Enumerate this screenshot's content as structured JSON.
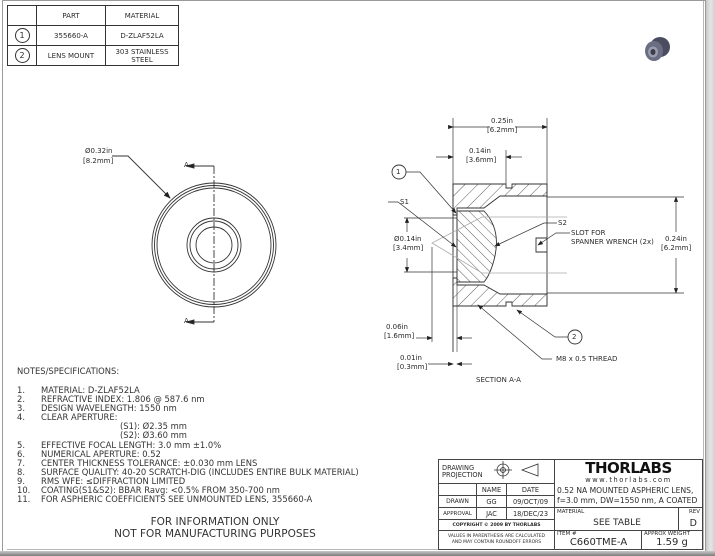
{
  "bom": {
    "headers": [
      "",
      "PART",
      "MATERIAL"
    ],
    "rows": [
      {
        "item": "1",
        "part": "355660-A",
        "material": "D-ZLAF52LA"
      },
      {
        "item": "2",
        "part": "LENS MOUNT",
        "material": "303 STAINLESS STEEL"
      }
    ]
  },
  "front_view": {
    "diameter_in": "Ø0.32in",
    "diameter_mm": "[8.2mm]",
    "section_label_top": "A",
    "section_label_bottom": "A"
  },
  "section_view": {
    "title": "SECTION A-A",
    "overall_length_in": "0.25in",
    "overall_length_mm": "[6.2mm]",
    "inner_length_in": "0.14in",
    "inner_length_mm": "[3.6mm]",
    "aperture_in": "Ø0.14in",
    "aperture_mm": "[3.4mm]",
    "height_in": "0.24in",
    "height_mm": "[6.2mm]",
    "offset1_in": "0.06in",
    "offset1_mm": "[1.6mm]",
    "offset2_in": "0.01in",
    "offset2_mm": "[0.3mm]",
    "balloon_1": "1",
    "balloon_2": "2",
    "s1_label": "S1",
    "s2_label": "S2",
    "slot_label_line1": "SLOT FOR",
    "slot_label_line2": "SPANNER WRENCH (2x)",
    "thread_label": "M8 x 0.5 THREAD"
  },
  "notes": {
    "header": "NOTES/SPECIFICATIONS:",
    "items": [
      {
        "n": "1.",
        "text": "MATERIAL: D-ZLAF52LA"
      },
      {
        "n": "2.",
        "text": "REFRACTIVE INDEX: 1.806 @ 587.6 nm"
      },
      {
        "n": "3.",
        "text": "DESIGN WAVELENGTH: 1550 nm"
      },
      {
        "n": "4.",
        "text": "CLEAR APERTURE:"
      },
      {
        "n": "",
        "text": "(S1): Ø2.35 mm",
        "sub": true
      },
      {
        "n": "",
        "text": "(S2): Ø3.60 mm",
        "sub": true
      },
      {
        "n": "5.",
        "text": "EFFECTIVE FOCAL LENGTH: 3.0 mm ±1.0%"
      },
      {
        "n": "6.",
        "text": "NUMERICAL APERTURE: 0.52"
      },
      {
        "n": "7.",
        "text": "CENTER THICKNESS TOLERANCE: ±0.030 mm LENS"
      },
      {
        "n": "8.",
        "text": "SURFACE QUALITY: 40-20 SCRATCH-DIG (INCLUDES ENTIRE BULK MATERIAL)"
      },
      {
        "n": "9.",
        "text": "RMS WFE: ≤DIFFRACTION LIMITED"
      },
      {
        "n": "10.",
        "text": "COATING(S1&S2): BBAR Ravg: <0.5% FROM 350-700 nm"
      },
      {
        "n": "11.",
        "text": "FOR ASPHERIC COEFFICIENTS SEE UNMOUNTED LENS, 355660-A"
      }
    ]
  },
  "disclaimer": {
    "line1": "FOR INFORMATION ONLY",
    "line2": "NOT FOR MANUFACTURING PURPOSES"
  },
  "title_block": {
    "projection_label": "DRAWING PROJECTION",
    "name_header": "NAME",
    "date_header": "DATE",
    "drawn_label": "DRAWN",
    "drawn_name": "GG",
    "drawn_date": "09/OCT/09",
    "approval_label": "APPROVAL",
    "approval_name": "JAC",
    "approval_date": "18/DEC/23",
    "copyright": "COPYRIGHT © 2009 BY THORLABS",
    "values_note_1": "VALUES IN PARENTHESIS ARE CALCULATED",
    "values_note_2": "AND MAY CONTAIN ROUNDOFF ERRORS",
    "brand": "THORLABS",
    "website": "www.thorlabs.com",
    "description_1": "0.52 NA MOUNTED ASPHERIC LENS,",
    "description_2": "f=3.0 mm, DW=1550 nm, A COATED",
    "material_label": "MATERIAL",
    "material_value": "SEE TABLE",
    "rev_label": "REV",
    "rev_value": "D",
    "item_label": "ITEM #",
    "item_value": "C660TME-A",
    "weight_label": "APPROX WEIGHT",
    "weight_value": "1.59 g"
  }
}
